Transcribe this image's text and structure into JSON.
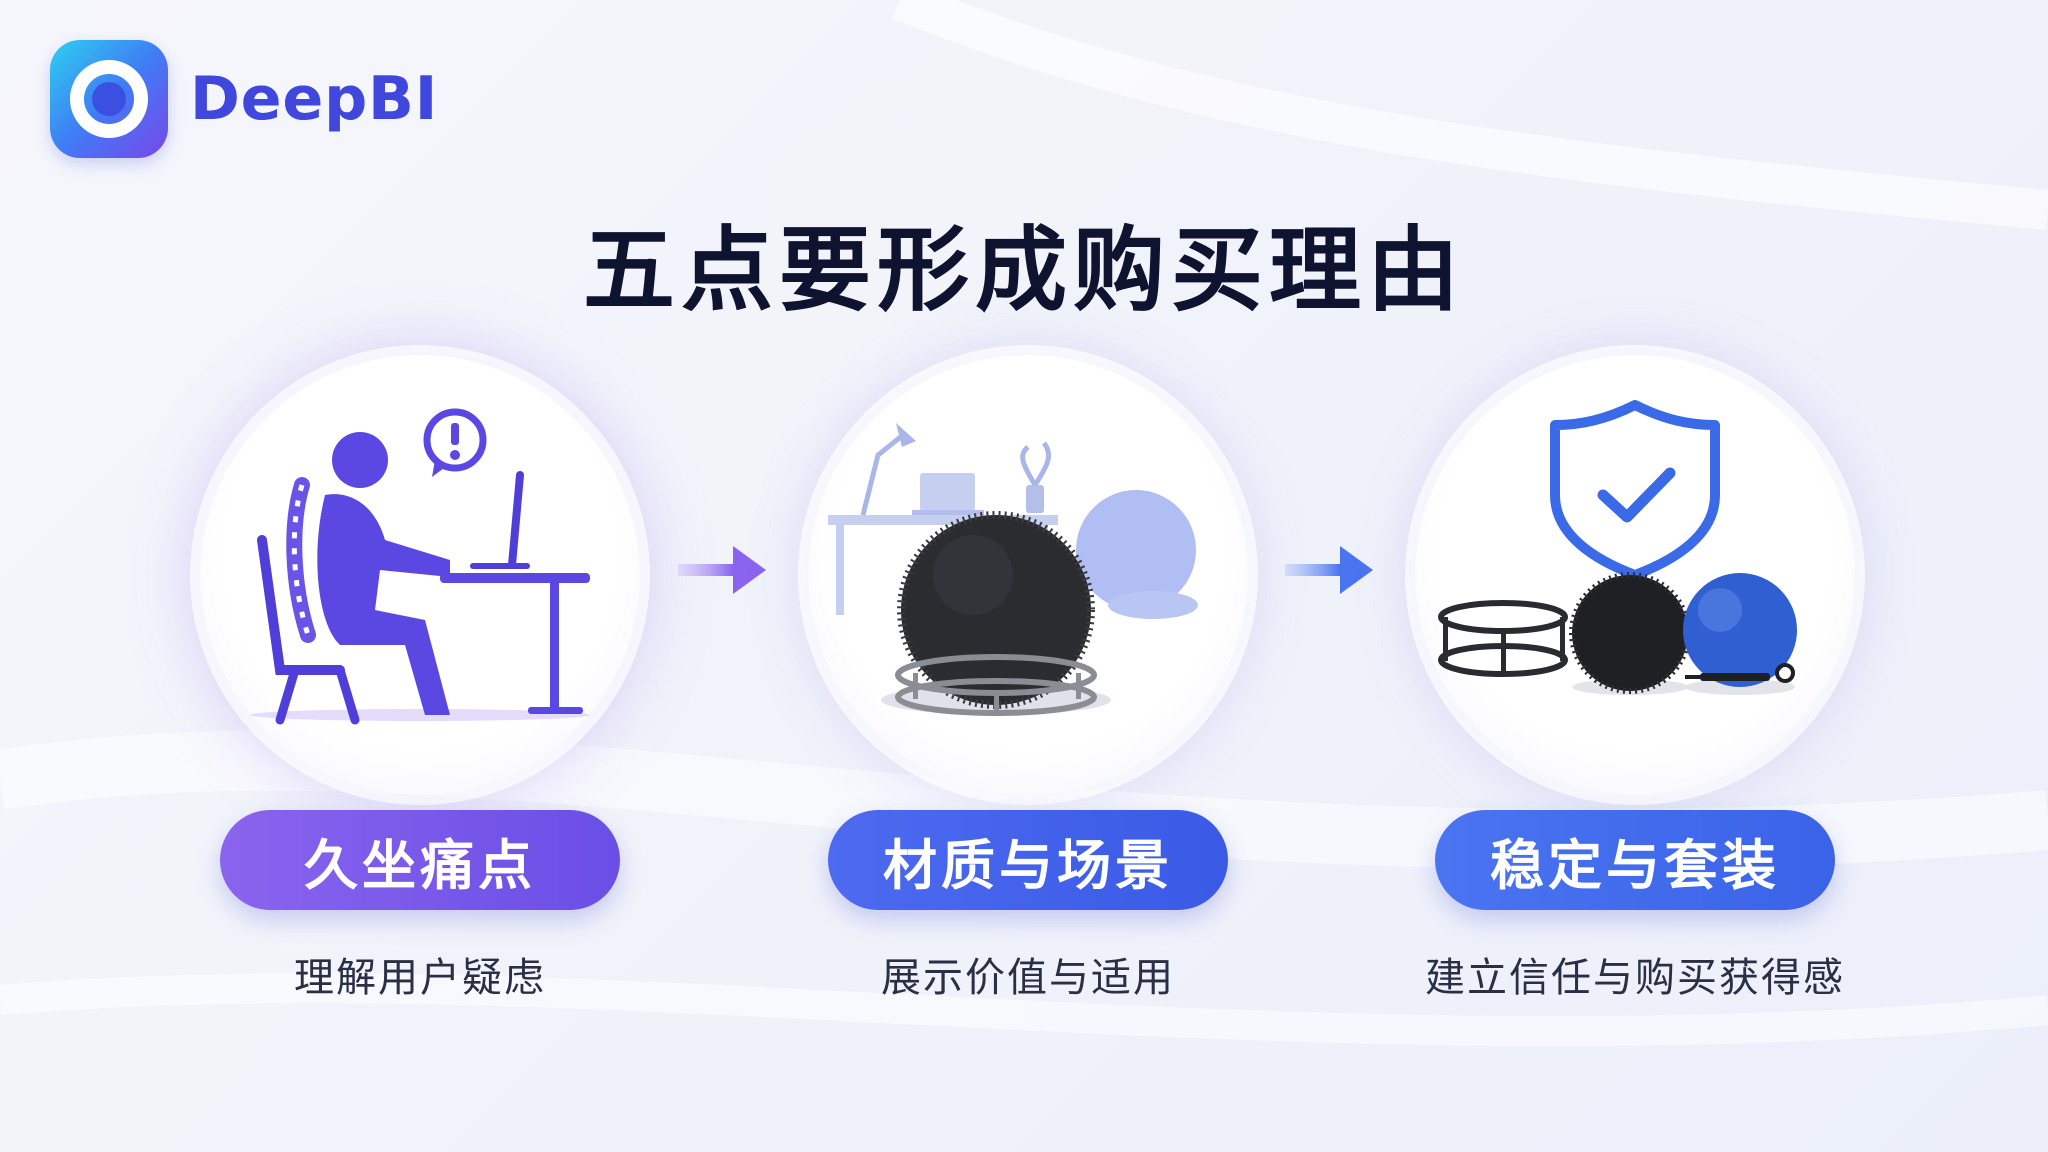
{
  "brand": {
    "name": "DeepBI"
  },
  "title": "五点要形成购买理由",
  "steps": [
    {
      "label": "久坐痛点",
      "subtitle": "理解用户疑虑"
    },
    {
      "label": "材质与场景",
      "subtitle": "展示价值与适用"
    },
    {
      "label": "稳定与套装",
      "subtitle": "建立信任与购买获得感"
    }
  ],
  "colors": {
    "accent_purple": "#7a5aea",
    "accent_blue": "#3f63e8",
    "title": "#0e1330"
  },
  "icons": [
    "person-at-desk-icon",
    "exclamation-bubble-icon",
    "fluffy-ball-chair-icon",
    "shield-check-icon",
    "ball-set-icon",
    "arrow-right-icon"
  ]
}
